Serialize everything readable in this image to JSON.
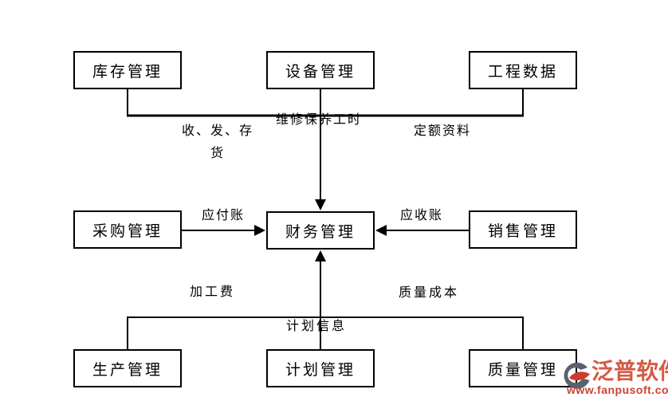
{
  "diagram": {
    "description": "ERP module relationship diagram centered on financial management",
    "nodes": [
      {
        "id": "inventory",
        "label": "库存管理"
      },
      {
        "id": "equipment",
        "label": "设备管理"
      },
      {
        "id": "engineering-data",
        "label": "工程数据"
      },
      {
        "id": "procurement",
        "label": "采购管理"
      },
      {
        "id": "finance",
        "label": "财务管理"
      },
      {
        "id": "sales",
        "label": "销售管理"
      },
      {
        "id": "production",
        "label": "生产管理"
      },
      {
        "id": "planning",
        "label": "计划管理"
      },
      {
        "id": "quality",
        "label": "质量管理"
      }
    ],
    "edges": [
      {
        "from": "库存管理",
        "to": "财务管理",
        "label": "收、发、存货"
      },
      {
        "from": "设备管理",
        "to": "财务管理",
        "label": "维修保养工时"
      },
      {
        "from": "工程数据",
        "to": "财务管理",
        "label": "定额资料"
      },
      {
        "from": "采购管理",
        "to": "财务管理",
        "label": "应付账"
      },
      {
        "from": "销售管理",
        "to": "财务管理",
        "label": "应收账"
      },
      {
        "from": "生产管理",
        "to": "财务管理",
        "label": "加工费"
      },
      {
        "from": "计划管理",
        "to": "财务管理",
        "label": "计划信息"
      },
      {
        "from": "质量管理",
        "to": "财务管理",
        "label": "质量成本"
      }
    ],
    "line_color": "#000000",
    "background": "#ffffff"
  },
  "branding": {
    "logo_text": "泛普软件",
    "website": "www.fanpusoft.com",
    "logo_red": "#d55a47",
    "url_red": "#cb4433",
    "icon_gray": "#59616e",
    "icon_red": "#cc3d2e"
  }
}
